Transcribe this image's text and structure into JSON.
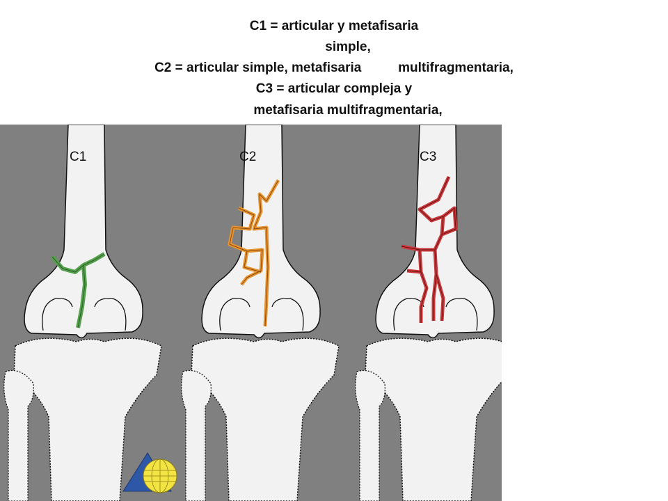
{
  "title_lines": [
    "C1 = articular y metafisaria",
    "simple,",
    "C2 = articular simple, metafisaria          multifragmentaria,",
    "C3 = articular compleja y",
    "metafisaria multifragmentaria,"
  ],
  "panel_labels": [
    "C1",
    "C2",
    "C3"
  ],
  "colors": {
    "background": "#808080",
    "bone": "#f2f2f2",
    "c1_fracture": "#55a04d",
    "c2_fracture": "#e8952f",
    "c3_fracture": "#c8383a",
    "logo_triangle": "#2f57a8",
    "logo_globe": "#f3e443"
  },
  "icons": [
    "fracture-line-green",
    "fracture-line-orange",
    "fracture-line-red",
    "ao-logo-icon"
  ]
}
